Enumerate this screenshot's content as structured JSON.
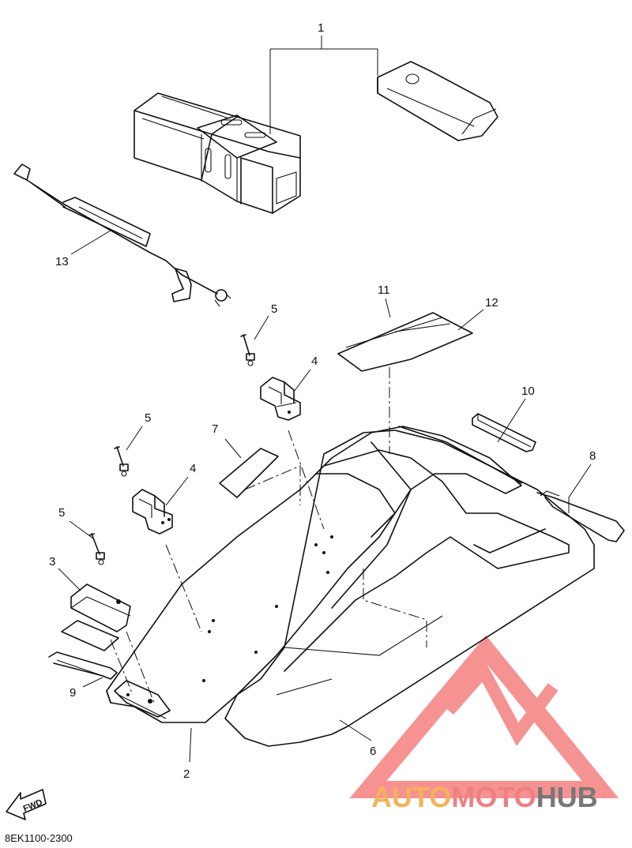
{
  "callouts": [
    "1",
    "2",
    "3",
    "4",
    "4",
    "5",
    "5",
    "5",
    "6",
    "7",
    "8",
    "9",
    "10",
    "11",
    "12",
    "13"
  ],
  "diagram_code": "8EK1100-2300",
  "fwd_label": "FWD",
  "watermark": {
    "part1": "AUTO",
    "part2": "MOTO",
    "part3": "HUB",
    "colors": {
      "orange": "#f5b25a",
      "red": "#f08080",
      "gray": "#777777"
    }
  }
}
